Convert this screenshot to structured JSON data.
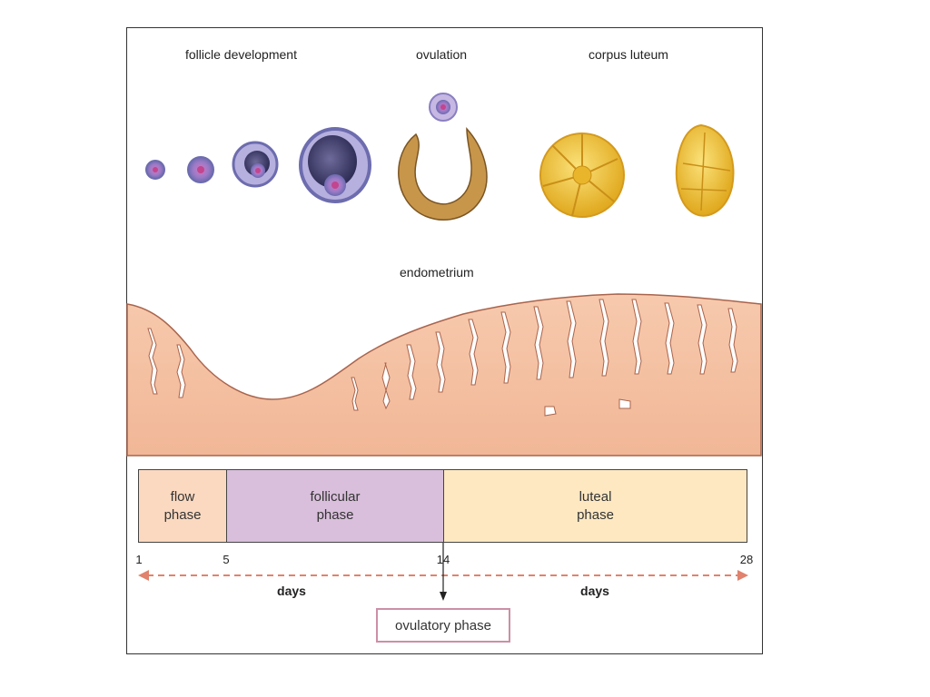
{
  "labels": {
    "follicle_development": "follicle development",
    "ovulation": "ovulation",
    "corpus_luteum": "corpus luteum",
    "endometrium": "endometrium"
  },
  "phases": [
    {
      "name": "flow\nphase",
      "color": "#fbd9c0"
    },
    {
      "name": "follicular\nphase",
      "color": "#d9bfdc"
    },
    {
      "name": "luteal\nphase",
      "color": "#fde8c2"
    }
  ],
  "ticks": [
    "1",
    "5",
    "14",
    "28"
  ],
  "days_label": "days",
  "ovulatory_phase": "ovulatory phase",
  "colors": {
    "endometrium": "#f5c2a4",
    "endometrium_edge": "#a9644c",
    "arrow": "#e0826d",
    "follicle": "#8a7fc0",
    "corpus_luteum": "#f2c42b",
    "ovulation_ring": "#b98a3a"
  }
}
